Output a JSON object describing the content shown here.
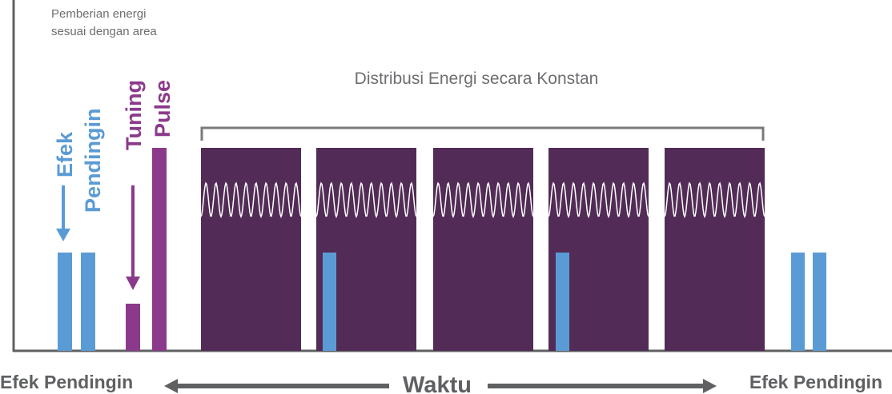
{
  "y_axis_label": "Pemberian energi\nsesuai dengan area",
  "constant_label": "Distribusi Energi secara Konstan",
  "left_labels": {
    "efek": "Efek",
    "pendingin": "Pendingin",
    "tuning": "Tuning",
    "pulse": "Pulse"
  },
  "bottom_axis": {
    "left_label": "Efek Pendingin",
    "center_label": "Waktu",
    "right_label": "Efek Pendingin"
  },
  "colors": {
    "purple_dark": "#522c56",
    "purple_bright": "#8b3a8b",
    "blue": "#5b9bd5",
    "axis_gray": "#5f6062",
    "text_gray": "#6d6e71",
    "bracket_gray": "#7a7a7a"
  }
}
